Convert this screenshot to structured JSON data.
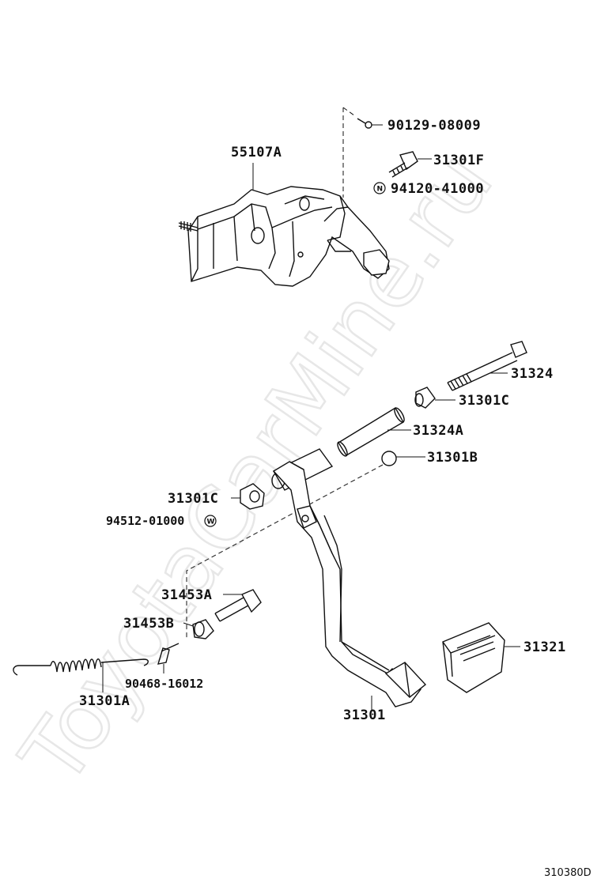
{
  "watermark": "ToyotaCarMine.ru",
  "diagram_code": "310380D",
  "symbols": {
    "n": "N",
    "w": "W"
  },
  "parts": {
    "p_90129_08009": "90129-08009",
    "p_55107A": "55107A",
    "p_31301F": "31301F",
    "p_94120_41000": "94120-41000",
    "p_31324": "31324",
    "p_31301C_right": "31301C",
    "p_31324A": "31324A",
    "p_31301B": "31301B",
    "p_31301C_left": "31301C",
    "p_94512_01000": "94512-01000",
    "p_31453A": "31453A",
    "p_31453B": "31453B",
    "p_31321": "31321",
    "p_90468_16012": "90468-16012",
    "p_31301A": "31301A",
    "p_31301": "31301"
  }
}
